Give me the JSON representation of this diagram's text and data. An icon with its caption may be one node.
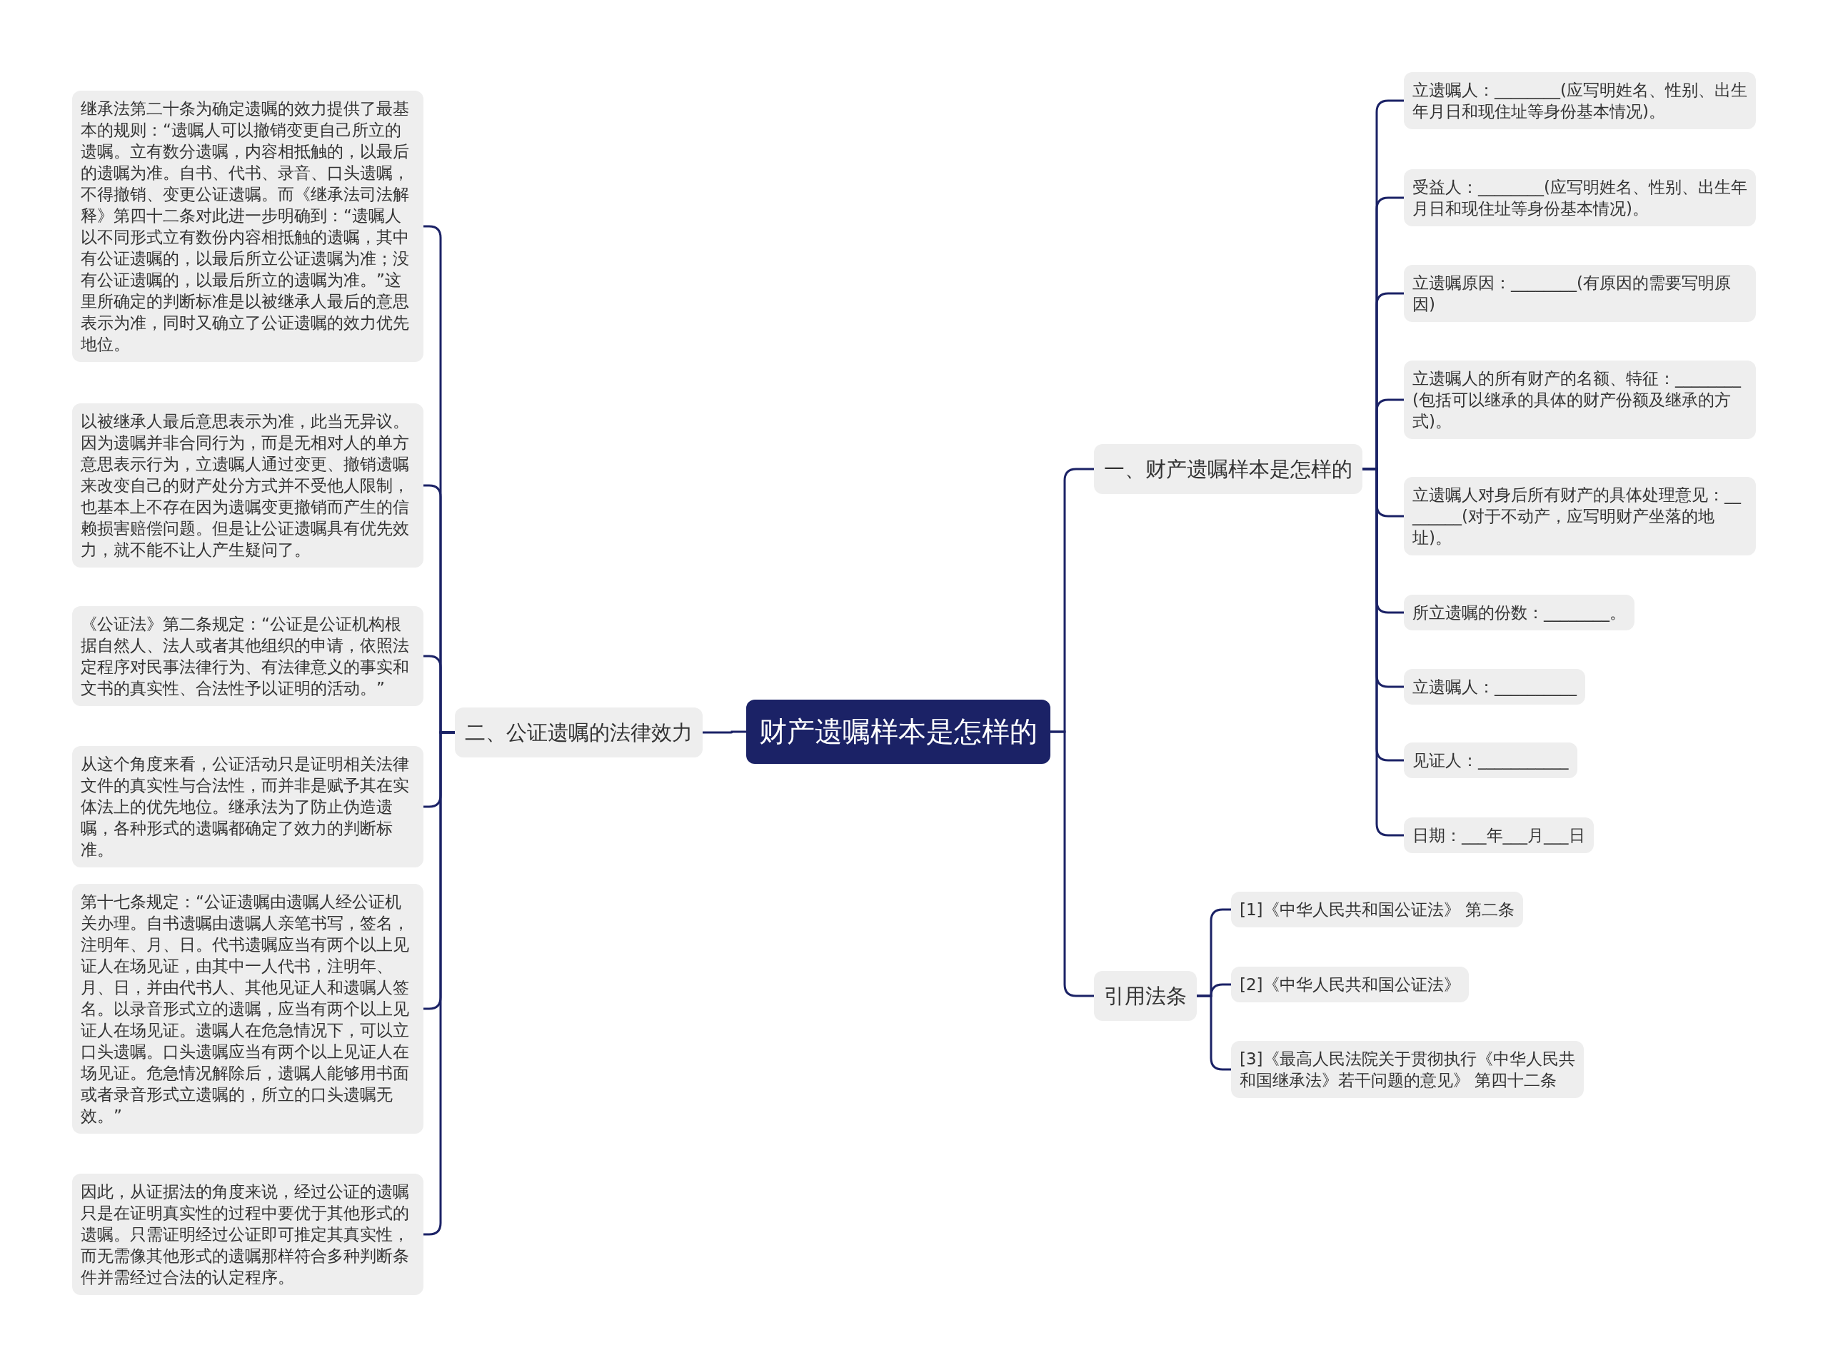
{
  "diagram": {
    "nodes": [
      {
        "text": [
          "财产遗嘱样本是怎样的"
        ]
      },
      {
        "text": [
          "一、财产遗嘱样本是怎样的"
        ]
      },
      {
        "text": [
          "立遗嘱人：________(应写明姓名、性别、出生年月日和现住址等身份基本情况)。"
        ]
      },
      {
        "text": [
          "受益人：________(应写明姓名、性别、出生年月日和现住址等身份基本情况)。"
        ]
      },
      {
        "text": [
          "立遗嘱原因：________(有原因的需要写明原因)"
        ]
      },
      {
        "text": [
          "立遗嘱人的所有财产的名额、特征：________(包括可以继承的具体的财产份额及继承的方式)。"
        ]
      },
      {
        "text": [
          "立遗嘱人对身后所有财产的具体处理意见：________(对于不动产，应写明财产坐落的地址)。"
        ]
      },
      {
        "text": [
          "所立遗嘱的份数：________。"
        ]
      },
      {
        "text": [
          "立遗嘱人：__________"
        ]
      },
      {
        "text": [
          "见证人：___________"
        ]
      },
      {
        "text": [
          "日期：___年___月___日"
        ]
      },
      {
        "text": [
          "引用法条"
        ]
      },
      {
        "text": [
          "[1]《中华人民共和国公证法》 第二条"
        ]
      },
      {
        "text": [
          "[2]《中华人民共和国公证法》"
        ]
      },
      {
        "text": [
          "[3]《最高人民法院关于贯彻执行《中华人民共和国继承法》若干问题的意见》 第四十二条"
        ]
      },
      {
        "text": [
          "二、公证遗嘱的法律效力"
        ]
      },
      {
        "text": [
          "继承法第二十条为确定遗嘱的效力提供了最基本的规则：“遗嘱人可以撤销变更自己所立的遗嘱。立有数分遗嘱，内容相抵触的，以最后的遗嘱为准。自书、代书、录音、口头遗嘱，不得撤销、变更公证遗嘱。而《继承法司法解释》第四十二条对此进一步明确到：“遗嘱人以不同形式立有数份内容相抵触的遗嘱，其中有公证遗嘱的，以最后所立公证遗嘱为准；没有公证遗嘱的，以最后所立的遗嘱为准。”这里所确定的判断标准是以被继承人最后的意思表示为准，同时又确立了公证遗嘱的效力优先地位。"
        ]
      },
      {
        "text": [
          "以被继承人最后意思表示为准，此当无异议。因为遗嘱并非合同行为，而是无相对人的单方意思表示行为，立遗嘱人通过变更、撤销遗嘱来改变自己的财产处分方式并不受他人限制，也基本上不存在因为遗嘱变更撤销而产生的信赖损害赔偿问题。但是让公证遗嘱具有优先效力，就不能不让人产生疑问了。"
        ]
      },
      {
        "text": [
          "《公证法》第二条规定：“公证是公证机构根据自然人、法人或者其他组织的申请，依照法定程序对民事法律行为、有法律意义的事实和文书的真实性、合法性予以证明的活动。”"
        ]
      },
      {
        "text": [
          "从这个角度来看，公证活动只是证明相关法律文件的真实性与合法性，而并非是赋予其在实体法上的优先地位。继承法为了防止伪造遗嘱，各种形式的遗嘱都确定了效力的判断标准。"
        ]
      },
      {
        "text": [
          "第十七条规定：“公证遗嘱由遗嘱人经公证机关办理。自书遗嘱由遗嘱人亲笔书写，签名，注明年、月、日。代书遗嘱应当有两个以上见证人在场见证，由其中一人代书，注明年、月、日，并由代书人、其他见证人和遗嘱人签名。以录音形式立的遗嘱，应当有两个以上见证人在场见证。遗嘱人在危急情况下，可以立口头遗嘱。口头遗嘱应当有两个以上见证人在场见证。危急情况解除后，遗嘱人能够用书面或者录音形式立遗嘱的，所立的口头遗嘱无效。”"
        ]
      },
      {
        "text": [
          "因此，从证据法的角度来说，经过公证的遗嘱只是在证明真实性的过程中要优于其他形式的遗嘱。只需证明经过公证即可推定其真实性，而无需像其他形式的遗嘱那样符合多种判断条件并需经过合法的认定程序。"
        ]
      }
    ],
    "edges": [
      {
        "from": 0,
        "to": 1,
        "arrow": "none"
      },
      {
        "from": 1,
        "to": 2,
        "arrow": "none"
      },
      {
        "from": 1,
        "to": 3,
        "arrow": "none"
      },
      {
        "from": 1,
        "to": 4,
        "arrow": "none"
      },
      {
        "from": 1,
        "to": 5,
        "arrow": "none"
      },
      {
        "from": 1,
        "to": 6,
        "arrow": "none"
      },
      {
        "from": 1,
        "to": 7,
        "arrow": "none"
      },
      {
        "from": 1,
        "to": 8,
        "arrow": "none"
      },
      {
        "from": 1,
        "to": 9,
        "arrow": "none"
      },
      {
        "from": 1,
        "to": 10,
        "arrow": "none"
      },
      {
        "from": 0,
        "to": 11,
        "arrow": "none"
      },
      {
        "from": 11,
        "to": 12,
        "arrow": "none"
      },
      {
        "from": 11,
        "to": 13,
        "arrow": "none"
      },
      {
        "from": 11,
        "to": 14,
        "arrow": "none"
      },
      {
        "from": 0,
        "to": 15,
        "arrow": "none"
      },
      {
        "from": 15,
        "to": 16,
        "arrow": "none"
      },
      {
        "from": 15,
        "to": 17,
        "arrow": "none"
      },
      {
        "from": 15,
        "to": 18,
        "arrow": "none"
      },
      {
        "from": 15,
        "to": 19,
        "arrow": "none"
      },
      {
        "from": 15,
        "to": 20,
        "arrow": "none"
      },
      {
        "from": 15,
        "to": 21,
        "arrow": "none"
      }
    ]
  }
}
